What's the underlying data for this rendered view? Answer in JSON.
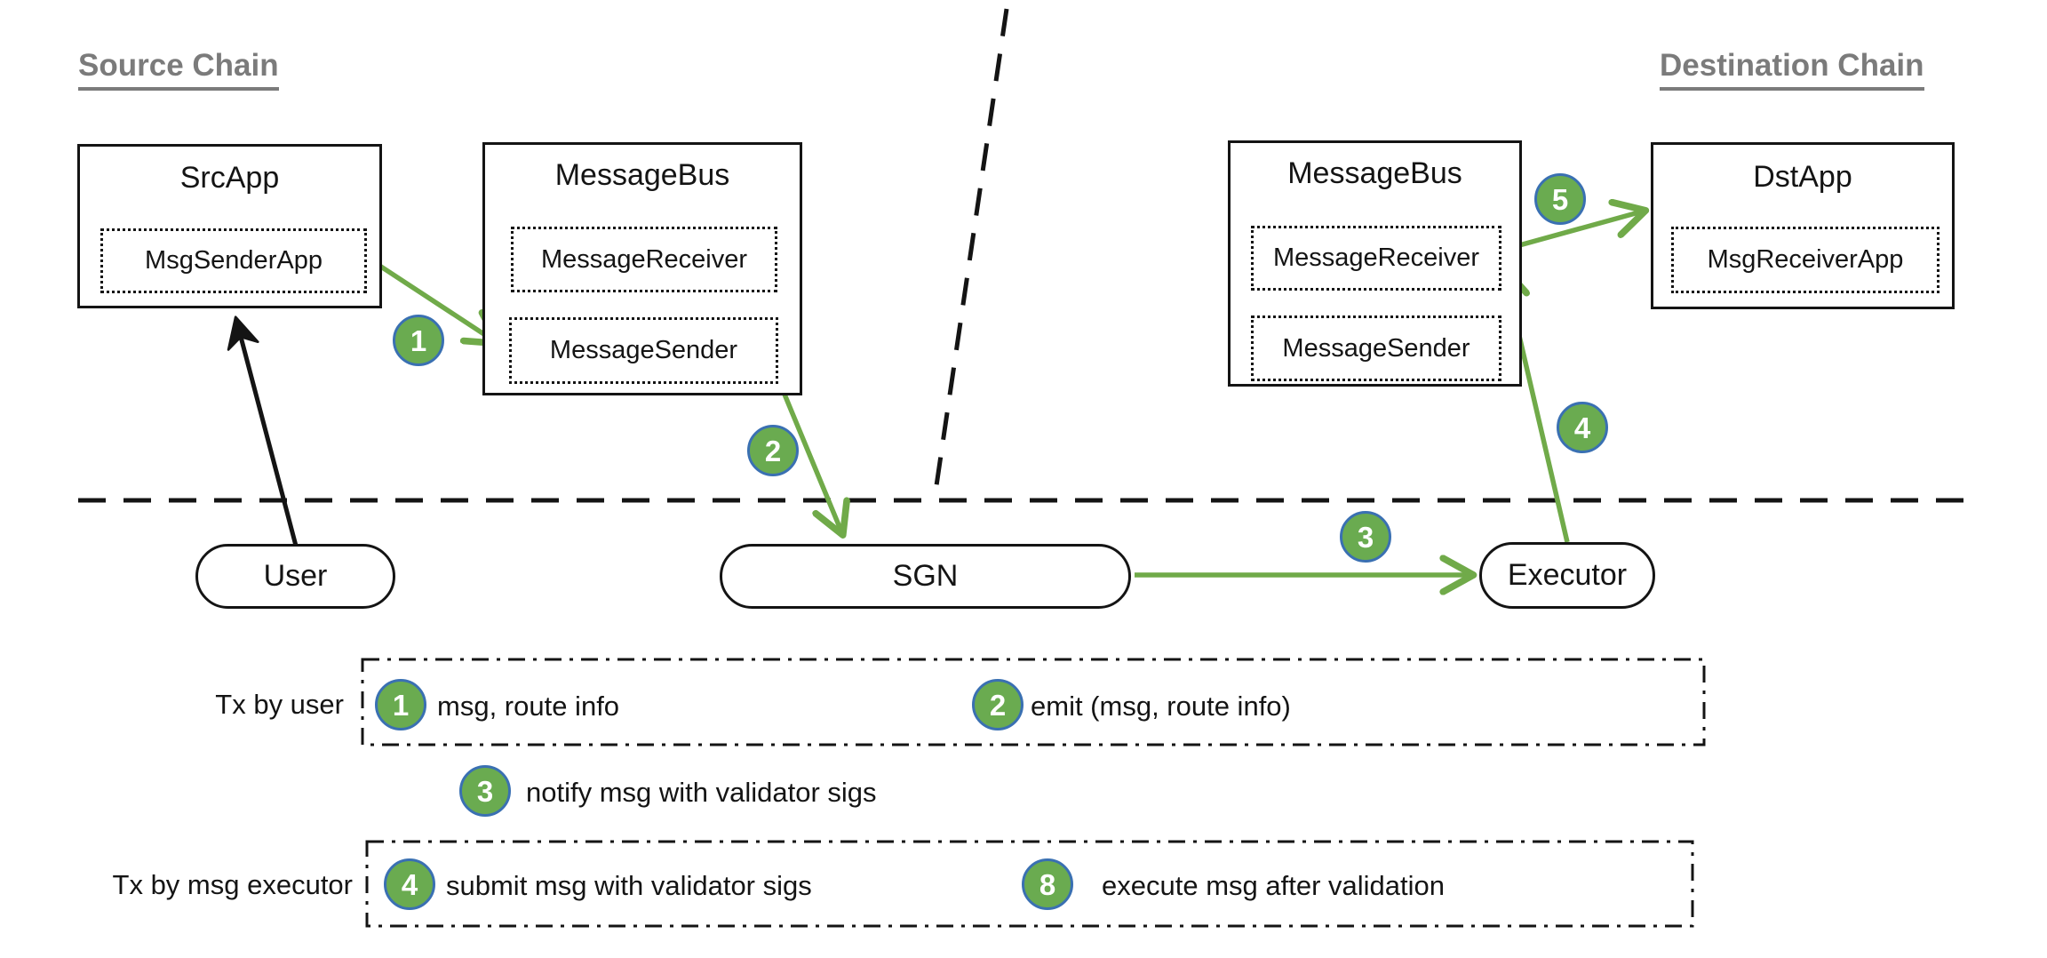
{
  "headings": {
    "source_chain": "Source Chain",
    "destination_chain": "Destination Chain"
  },
  "source_chain": {
    "src_app": {
      "title": "SrcApp",
      "module": "MsgSenderApp"
    },
    "message_bus": {
      "title": "MessageBus",
      "modules": [
        "MessageReceiver",
        "MessageSender"
      ]
    }
  },
  "destination_chain": {
    "message_bus": {
      "title": "MessageBus",
      "modules": [
        "MessageReceiver",
        "MessageSender"
      ]
    },
    "dst_app": {
      "title": "DstApp",
      "module": "MsgReceiverApp"
    }
  },
  "actors": {
    "user": "User",
    "sgn": "SGN",
    "executor": "Executor"
  },
  "steps": {
    "1": "1",
    "2": "2",
    "3": "3",
    "4": "4",
    "5": "5"
  },
  "legend": {
    "tx_by_user": {
      "label": "Tx by user",
      "items": [
        {
          "num": "1",
          "text": "msg, route info"
        },
        {
          "num": "2",
          "text": "emit (msg, route info)"
        }
      ]
    },
    "sgn_step": {
      "num": "3",
      "text": "notify msg with validator sigs"
    },
    "tx_by_msg_executor": {
      "label": "Tx by msg executor",
      "items": [
        {
          "num": "4",
          "text": "submit msg with validator sigs"
        },
        {
          "num": "8",
          "text": "execute msg after validation"
        }
      ]
    }
  },
  "colors": {
    "step_badge_green": "#6aab50",
    "step_badge_border_blue": "#3a70b2",
    "arrow_green": "#70aa49",
    "heading_gray": "#7b7b7b",
    "line_black": "#141414"
  }
}
